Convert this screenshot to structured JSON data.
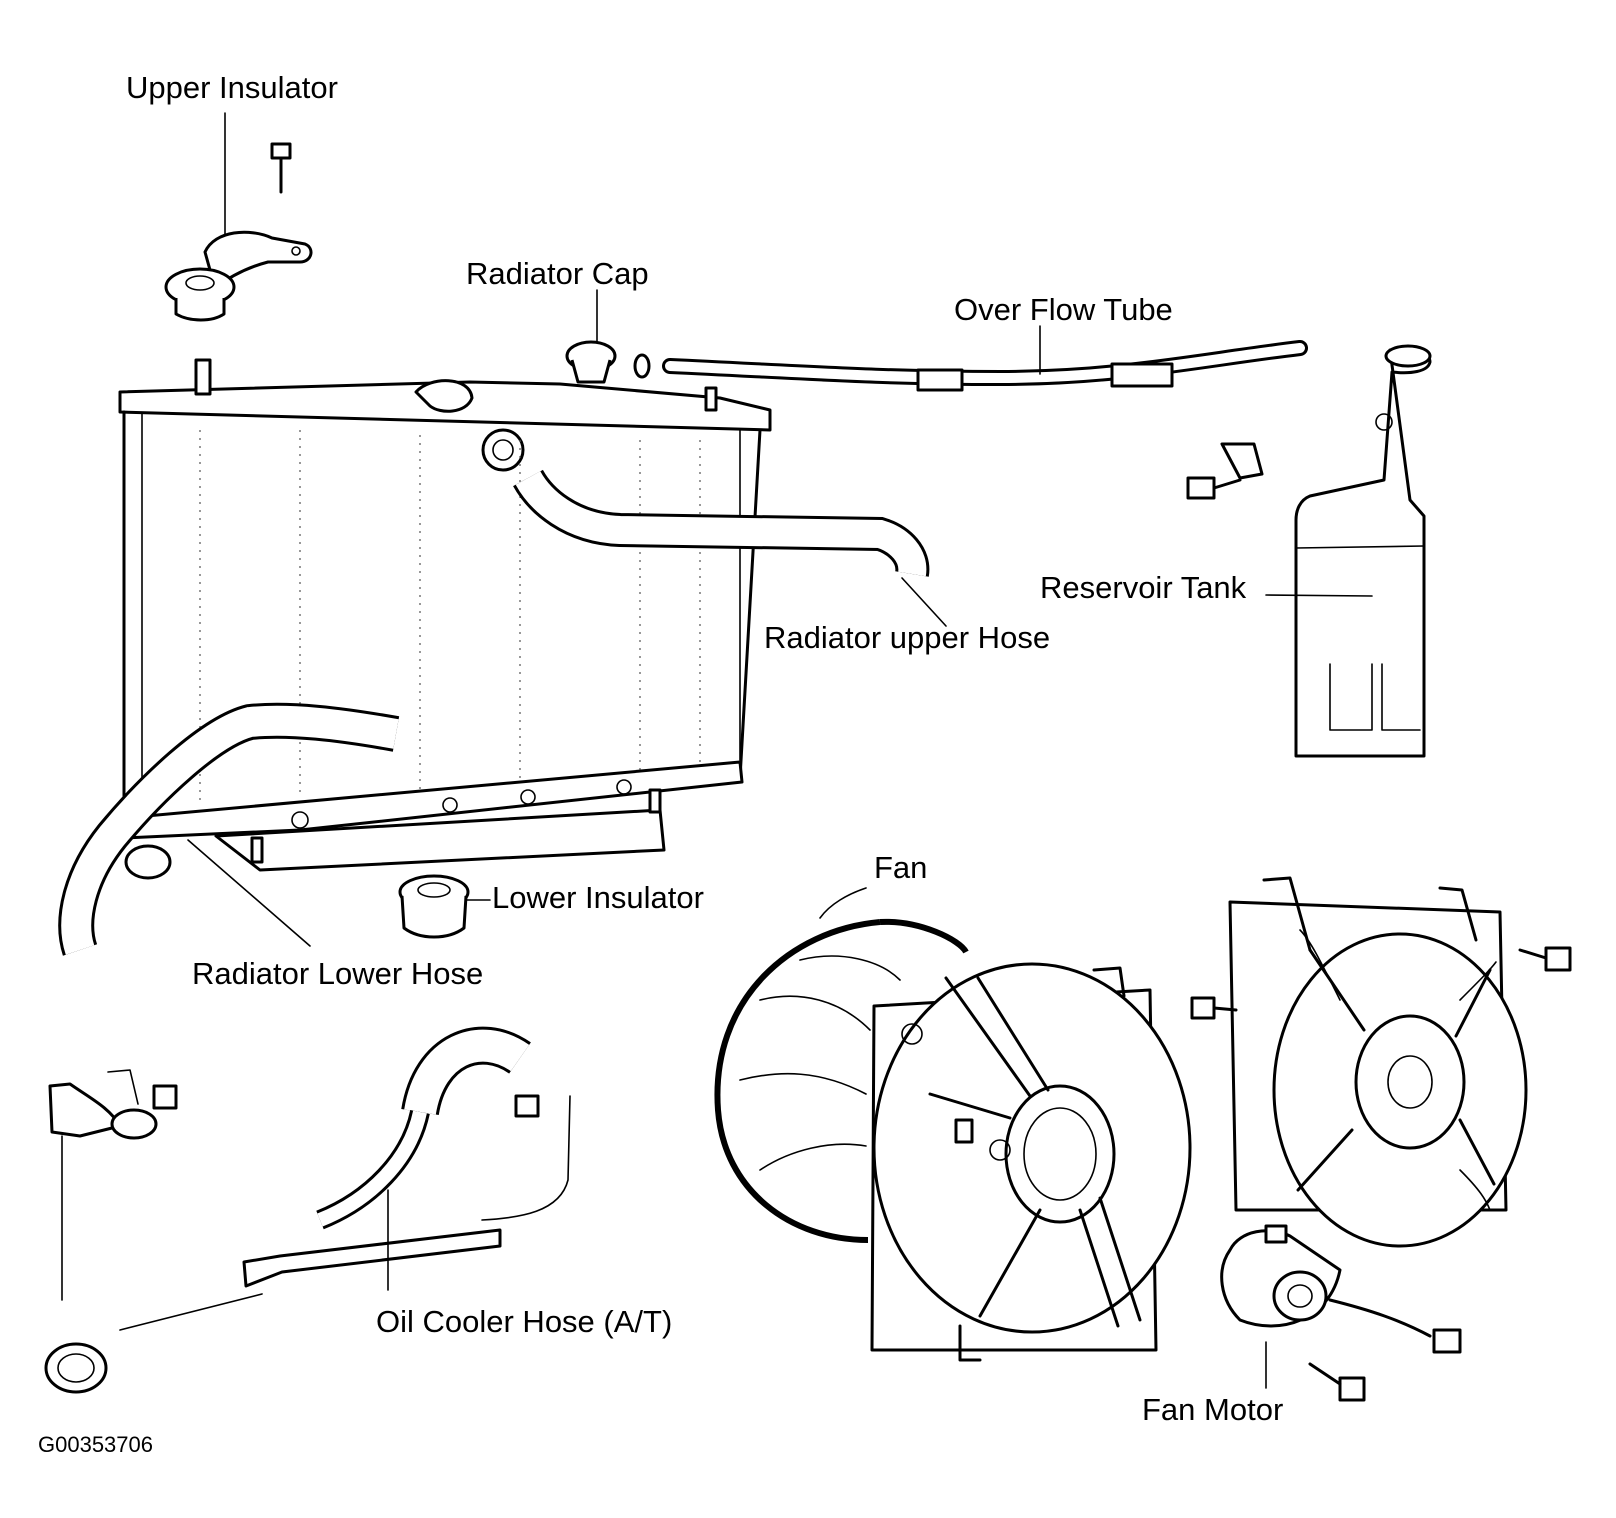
{
  "labels": {
    "upper_insulator": "Upper Insulator",
    "radiator_cap": "Radiator Cap",
    "over_flow_tube": "Over Flow Tube",
    "reservoir_tank": "Reservoir Tank",
    "radiator_upper_hose": "Radiator upper Hose",
    "lower_insulator": "Lower Insulator",
    "radiator_lower_hose": "Radiator Lower Hose",
    "fan": "Fan",
    "oil_cooler_hose": "Oil Cooler Hose (A/T)",
    "fan_motor": "Fan Motor"
  },
  "figure_code": "G00353706",
  "colors": {
    "line": "#000000",
    "background": "#ffffff"
  }
}
